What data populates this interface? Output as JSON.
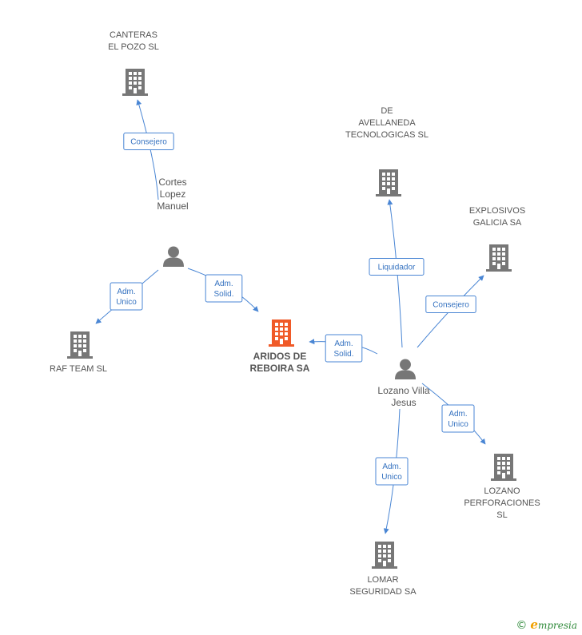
{
  "nodes": [
    {
      "id": "canteras",
      "kind": "company",
      "lines": [
        "CANTERAS",
        "EL POZO SL"
      ]
    },
    {
      "id": "cortes",
      "kind": "person",
      "lines": [
        "Cortes",
        "Lopez",
        "Manuel"
      ]
    },
    {
      "id": "raf",
      "kind": "company",
      "lines": [
        "RAF TEAM SL"
      ]
    },
    {
      "id": "aridos",
      "kind": "company",
      "main": true,
      "lines": [
        "ARIDOS DE",
        "REBOIRA SA"
      ]
    },
    {
      "id": "avellaneda",
      "kind": "company",
      "lines": [
        "DE",
        "AVELLANEDA",
        "TECNOLOGICAS SL"
      ]
    },
    {
      "id": "explosivos",
      "kind": "company",
      "lines": [
        "EXPLOSIVOS",
        "GALICIA SA"
      ]
    },
    {
      "id": "lozanovilla",
      "kind": "person",
      "lines": [
        "Lozano Villa",
        "Jesus"
      ]
    },
    {
      "id": "lozanoperf",
      "kind": "company",
      "lines": [
        "LOZANO",
        "PERFORACIONES",
        "SL"
      ]
    },
    {
      "id": "lomar",
      "kind": "company",
      "lines": [
        "LOMAR",
        "SEGURIDAD SA"
      ]
    }
  ],
  "edges": [
    {
      "from": "cortes",
      "to": "canteras",
      "label": [
        "Consejero"
      ]
    },
    {
      "from": "cortes",
      "to": "raf",
      "label": [
        "Adm.",
        "Unico"
      ]
    },
    {
      "from": "cortes",
      "to": "aridos",
      "label": [
        "Adm.",
        "Solid."
      ]
    },
    {
      "from": "lozanovilla",
      "to": "aridos",
      "label": [
        "Adm.",
        "Solid."
      ]
    },
    {
      "from": "lozanovilla",
      "to": "avellaneda",
      "label": [
        "Liquidador"
      ]
    },
    {
      "from": "lozanovilla",
      "to": "explosivos",
      "label": [
        "Consejero"
      ]
    },
    {
      "from": "lozanovilla",
      "to": "lozanoperf",
      "label": [
        "Adm.",
        "Unico"
      ]
    },
    {
      "from": "lozanovilla",
      "to": "lomar",
      "label": [
        "Adm.",
        "Unico"
      ]
    }
  ],
  "colors": {
    "company": "#777777",
    "main": "#f05a28",
    "edge": "#4a86d4"
  },
  "footer": {
    "copyright": "©",
    "brand_initial": "e",
    "brand_rest": "mpresia"
  }
}
